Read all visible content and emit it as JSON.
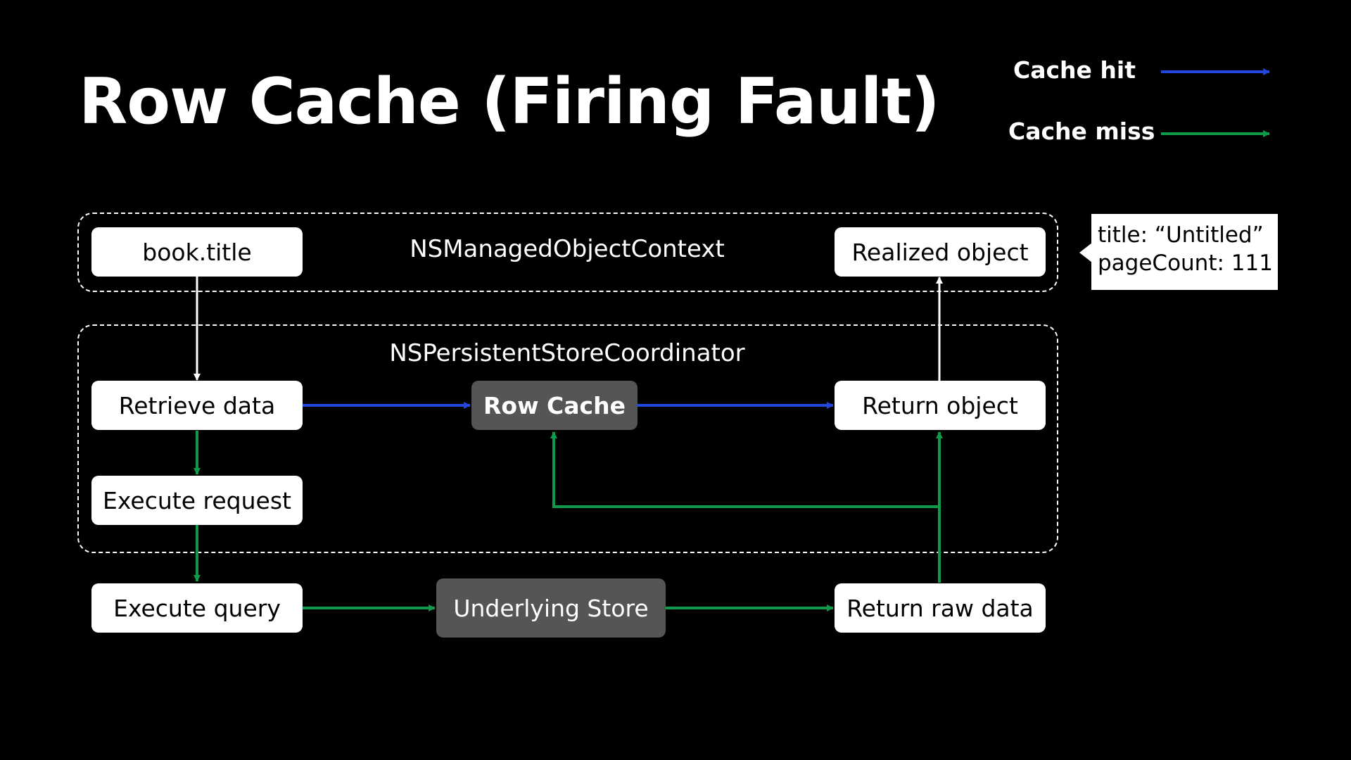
{
  "title": "Row Cache (Firing Fault)",
  "legend": {
    "hit_label": "Cache hit",
    "miss_label": "Cache miss",
    "hit_color": "#2447e0",
    "miss_color": "#0f9a4a"
  },
  "groups": {
    "context_label": "NSManagedObjectContext",
    "coordinator_label": "NSPersistentStoreCoordinator"
  },
  "nodes": {
    "book_title": "book.title",
    "realized_object": "Realized object",
    "retrieve_data": "Retrieve data",
    "row_cache": "Row Cache",
    "return_object": "Return object",
    "execute_request": "Execute request",
    "execute_query": "Execute query",
    "underlying_store": "Underlying Store",
    "return_raw_data": "Return raw data"
  },
  "callout": {
    "line1": "title: “Untitled”",
    "line2": "pageCount: 111"
  }
}
